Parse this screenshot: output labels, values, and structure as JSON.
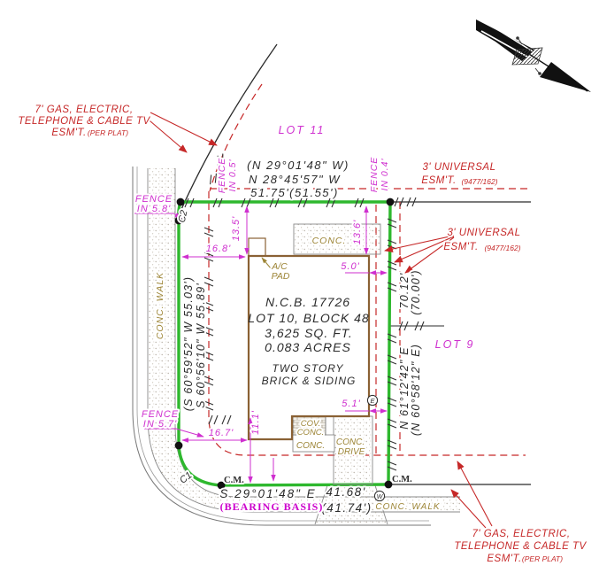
{
  "colors": {
    "boundary_green": "#2eb82e",
    "easement_red": "#c62828",
    "dimension_magenta": "#cf2fcf",
    "bearing_basis_magenta": "#cc00cc",
    "concrete_olive": "#9c8435",
    "building_brown": "#8a6134",
    "line_black": "#2b2b2b"
  },
  "lots": {
    "lot11": "LOT 11",
    "lot9": "LOT 9",
    "site": {
      "ncb": "N.C.B.  17726",
      "lot_block": "LOT 10,  BLOCK 48",
      "area_sqft": "3,625  SQ.  FT.",
      "area_acres": "0.083  ACRES",
      "story": "TWO  STORY",
      "materials": "BRICK  &  SIDING"
    }
  },
  "bearings": {
    "rear": {
      "plat": "(N  29°01'48\"  W)",
      "actual": "N  28°45'57\"  W",
      "dist": "51.75'(51.55')"
    },
    "left": {
      "plat": "(S 60°59'52\" W  55.03')",
      "actual": "S 60°56'10\" W  55.89'"
    },
    "right": {
      "dist": "70.12'",
      "dist_plat": "(70.00')",
      "bearing": "N  61°12'42\"  E",
      "bearing_plat": "(N  60°58'12\"  E)"
    },
    "front": {
      "bearing": "S  29°01'48\"  E",
      "dist": "41.68'",
      "dist_plat": "(41.74')",
      "basis": "(BEARING  BASIS)"
    }
  },
  "easements": {
    "gas_tv": {
      "l1": "7'  GAS,  ELECTRIC,",
      "l2": "TELEPHONE  &  CABLE  TV",
      "l3": "ESM'T.",
      "l4": "(PER PLAT)"
    },
    "universal": {
      "l1": "3'  UNIVERSAL",
      "l2": "ESM'T.",
      "l3": "(9477/162)"
    }
  },
  "fences": {
    "f58": {
      "l1": "FENCE",
      "l2": "IN  5.8'"
    },
    "f05": {
      "l1": "FENCE",
      "l2": "IN  0.5'"
    },
    "f04": {
      "l1": "FENCE",
      "l2": "IN  0.4'"
    },
    "f57": {
      "l1": "FENCE",
      "l2": "IN  5.7'"
    }
  },
  "dims": {
    "d168": "16.8'",
    "d167": "16.7'",
    "d135": "13.5'",
    "d136": "13.6'",
    "d50": "5.0'",
    "d51": "5.1'",
    "d111": "11.1'"
  },
  "concrete": {
    "walk_left": "CONC.  WALK",
    "walk_bottom": "CONC.  WALK",
    "patio": "CONC.",
    "cov1": "COV.",
    "cov2": "CONC.",
    "slab": "CONC.",
    "drive1": "CONC.",
    "drive2": "DRIVE",
    "ac1": "A/C",
    "ac2": "PAD"
  },
  "markers": {
    "cm": "C.M.",
    "c1": "C1",
    "c2": "C2",
    "meter_e": "E",
    "meter_w": "W"
  }
}
